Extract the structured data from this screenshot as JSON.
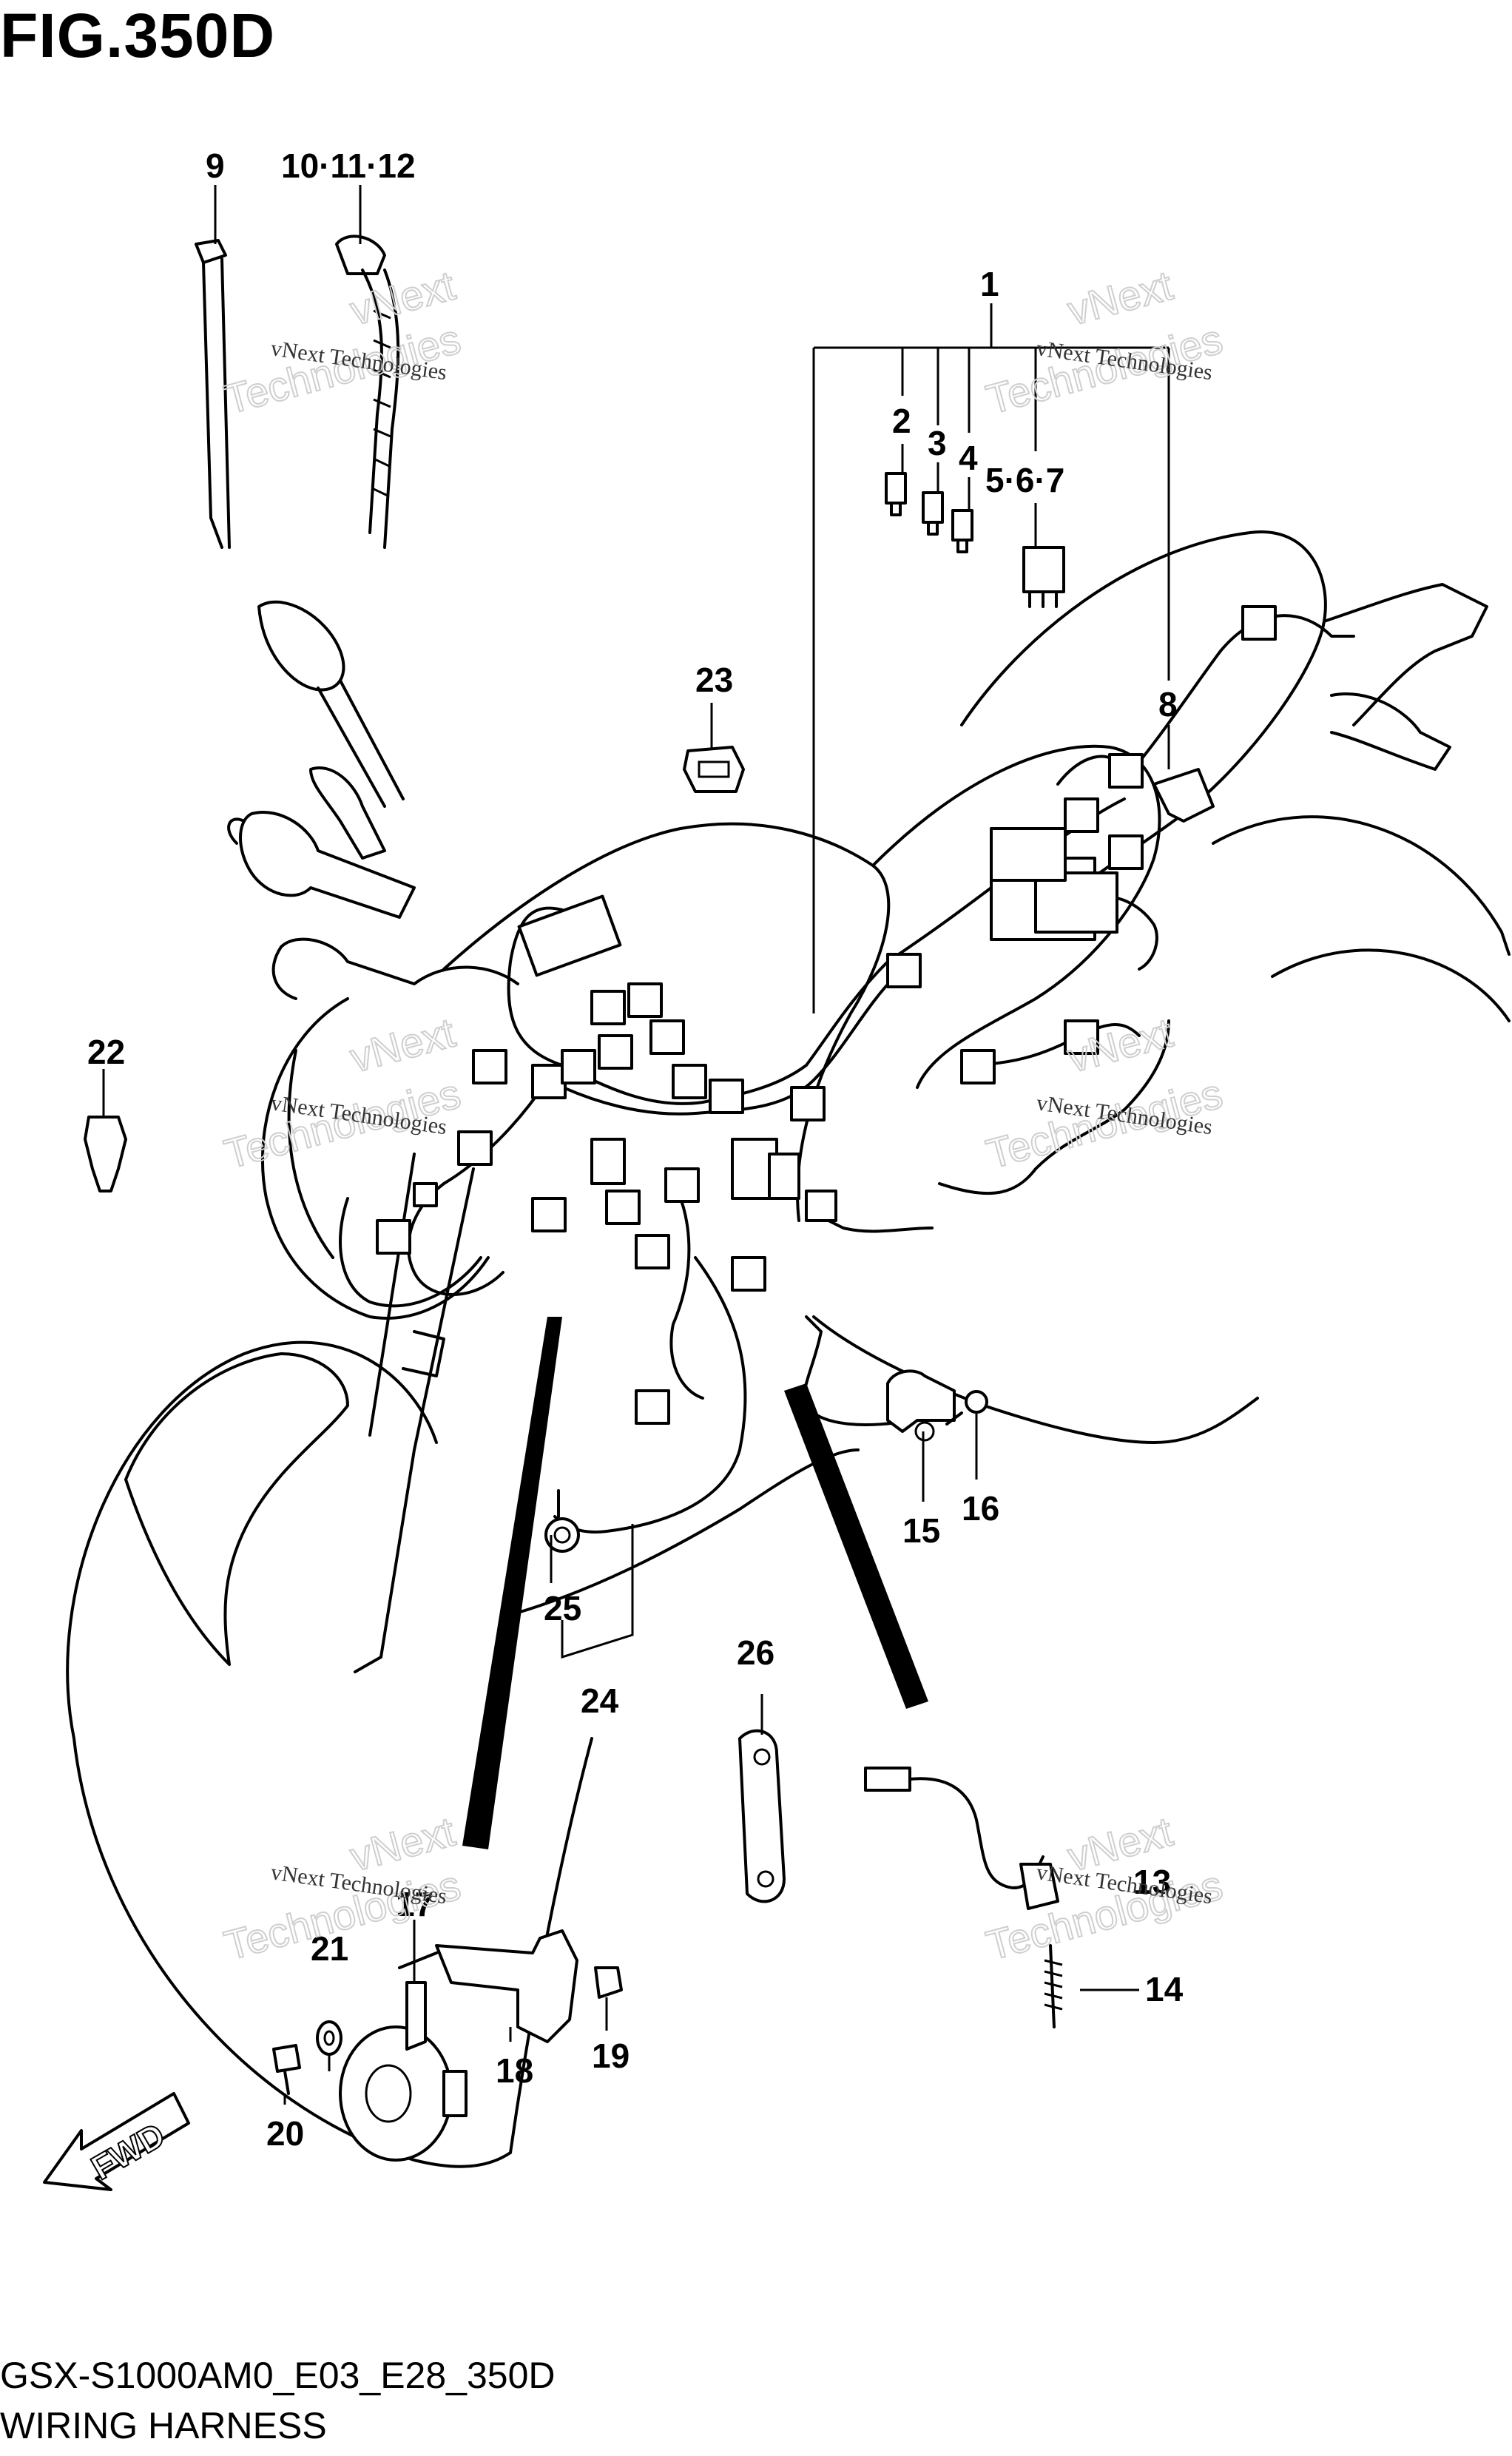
{
  "figure": {
    "title": "FIG.350D",
    "code": "GSX-S1000AM0_E03_E28_350D",
    "name": "WIRING HARNESS"
  },
  "watermark": {
    "text": "vNext Technologies",
    "brand_line1": "vNext",
    "brand_line2": "Technologies"
  },
  "callouts": {
    "c1": "1",
    "c2": "2",
    "c3": "3",
    "c4": "4",
    "c567": "5·6·7",
    "c8": "8",
    "c9": "9",
    "c101112": "10·11·12",
    "c13": "13",
    "c14": "14",
    "c15": "15",
    "c16": "16",
    "c17": "17",
    "c18": "18",
    "c19": "19",
    "c20": "20",
    "c21": "21",
    "c22": "22",
    "c23": "23",
    "c24": "24",
    "c25": "25",
    "c26": "26"
  },
  "direction": {
    "label": "FWD"
  }
}
